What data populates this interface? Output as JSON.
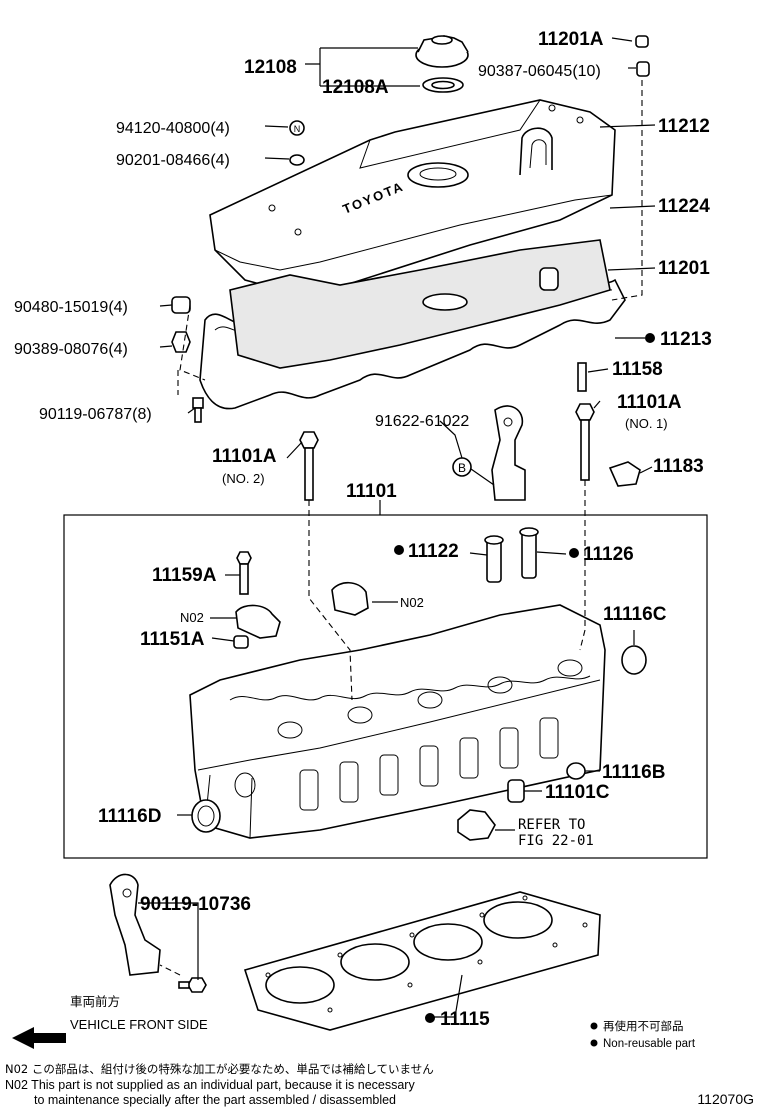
{
  "labels": {
    "p11201A": "11201A",
    "p90387": "90387-06045(10)",
    "p12108": "12108",
    "p12108A": "12108A",
    "p94120": "94120-40800(4)",
    "p90201": "90201-08466(4)",
    "p11212": "11212",
    "p11224": "11224",
    "p11201": "11201",
    "p90480": "90480-15019(4)",
    "p90389": "90389-08076(4)",
    "p11213": "11213",
    "p11158": "11158",
    "p90119a": "90119-06787(8)",
    "p91622": "91622-61022",
    "p11101A1": "11101A",
    "no1": "(NO. 1)",
    "p11101A2": "11101A",
    "no2": "(NO. 2)",
    "p11183": "11183",
    "p11101": "11101",
    "p11122": "11122",
    "p11126": "11126",
    "p11159A": "11159A",
    "n02a": "N02",
    "n02b": "N02",
    "p11116C": "11116C",
    "p11151A": "11151A",
    "p11116B": "11116B",
    "p11101C": "11101C",
    "p11116D": "11116D",
    "refer": "REFER TO",
    "fig": "FIG 22-01",
    "p90119b": "90119-10736",
    "p11115": "11115",
    "b_mark": "B",
    "n_mark": "N",
    "brand": "TOYOTA"
  },
  "legend": {
    "front_jp": "車両前方",
    "front_en": "VEHICLE FRONT SIDE",
    "nonreuse_jp": "再使用不可部品",
    "nonreuse_en": "Non-reusable part"
  },
  "footnote": {
    "line1": "N02  この部品は、組付け後の特殊な加工が必要なため、単品では補給していません",
    "line2": "N02  This part is not supplied as an individual part, because it is necessary",
    "line3": "to maintenance specially after the part assembled / disassembled"
  },
  "figure_code": "112070G"
}
